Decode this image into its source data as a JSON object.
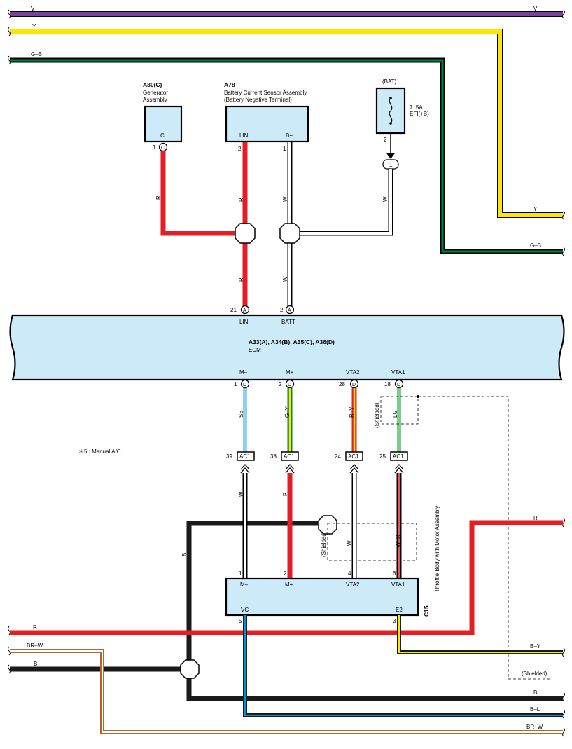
{
  "wires": {
    "v_top": "V",
    "v_top_right": "V",
    "y_top": "Y",
    "y_right": "Y",
    "gb_top": "G–B",
    "gb_right": "G–B",
    "r_gen": "R",
    "r_lin_upper": "R",
    "r_lin_lower": "R",
    "w_batt_upper": "W",
    "w_batt_lower": "W",
    "w_fuse": "W",
    "sb": "SB",
    "gy": "G–Y",
    "ry": "R–Y",
    "lg": "LG",
    "w_mminus": "W",
    "r_mplus": "R",
    "w_vta2": "W",
    "wr_vta1": "W–R",
    "b_vertical": "B",
    "r_left": "R",
    "r_right": "R",
    "brw_left": "BR–W",
    "brw_right": "BR–W",
    "b_left": "B",
    "b_right": "B",
    "by_right": "B–Y",
    "bl_right": "B–L"
  },
  "components": {
    "generator": {
      "code": "A80(C)",
      "name_line1": "Generator",
      "name_line2": "Assembly",
      "terminal": "C",
      "pin": "1",
      "pin_mark": "C"
    },
    "battery_sensor": {
      "code": "A78",
      "name_line1": "Battery Current Sensor Assembly",
      "name_line2": "(Battery Negative Terminal)",
      "terminal_lin": "LIN",
      "terminal_bplus": "B+",
      "pin_lin": "2",
      "pin_bplus": "1"
    },
    "fuse": {
      "label": "(BAT)",
      "rating": "7. 5A",
      "name": "EFI(+B)",
      "pin": "2",
      "junction": "1"
    },
    "ecm": {
      "codes": "A33(A), A34(B), A35(C), A36(D)",
      "name": "ECM",
      "top_pins": [
        {
          "num": "21",
          "mark": "A",
          "name": "LIN"
        },
        {
          "num": "2",
          "mark": "A",
          "name": "BATT"
        }
      ],
      "bottom_pins": [
        {
          "num": "1",
          "mark": "D",
          "name": "M–"
        },
        {
          "num": "2",
          "mark": "D",
          "name": "M+"
        },
        {
          "num": "28",
          "mark": "D",
          "name": "VTA2"
        },
        {
          "num": "18",
          "mark": "D",
          "name": "VTA1"
        }
      ]
    },
    "connector_ac1": [
      {
        "num": "39",
        "label": "AC1"
      },
      {
        "num": "38",
        "label": "AC1"
      },
      {
        "num": "24",
        "label": "AC1"
      },
      {
        "num": "25",
        "label": "AC1"
      }
    ],
    "throttle": {
      "code": "C15",
      "name": "Throttle Body with Motor Assembly",
      "top_pins": [
        {
          "num": "1",
          "name": "M–"
        },
        {
          "num": "2",
          "name": "M+"
        },
        {
          "num": "4",
          "name": "VTA2"
        },
        {
          "num": "6",
          "name": "VTA1"
        }
      ],
      "bottom_pins": [
        {
          "num": "5",
          "name": "VC"
        },
        {
          "num": "3",
          "name": "E2"
        }
      ]
    }
  },
  "notes": {
    "shielded_upper": "(Shielded)",
    "shielded_lower": "(Shielded)",
    "shielded_right": "(Shielded)",
    "manual_ac": "＊5 : Manual A/C"
  },
  "colors": {
    "violet": "#7b3f9c",
    "yellow": "#ffe600",
    "green": "#00843d",
    "red": "#e31e24",
    "white": "#ffffff",
    "sky_blue": "#8fd0f0",
    "light_green": "#7ccc8c",
    "black": "#1a1a1a",
    "brown": "#b5652a",
    "blue": "#0094d8",
    "box_fill": "#cdeaf8"
  }
}
